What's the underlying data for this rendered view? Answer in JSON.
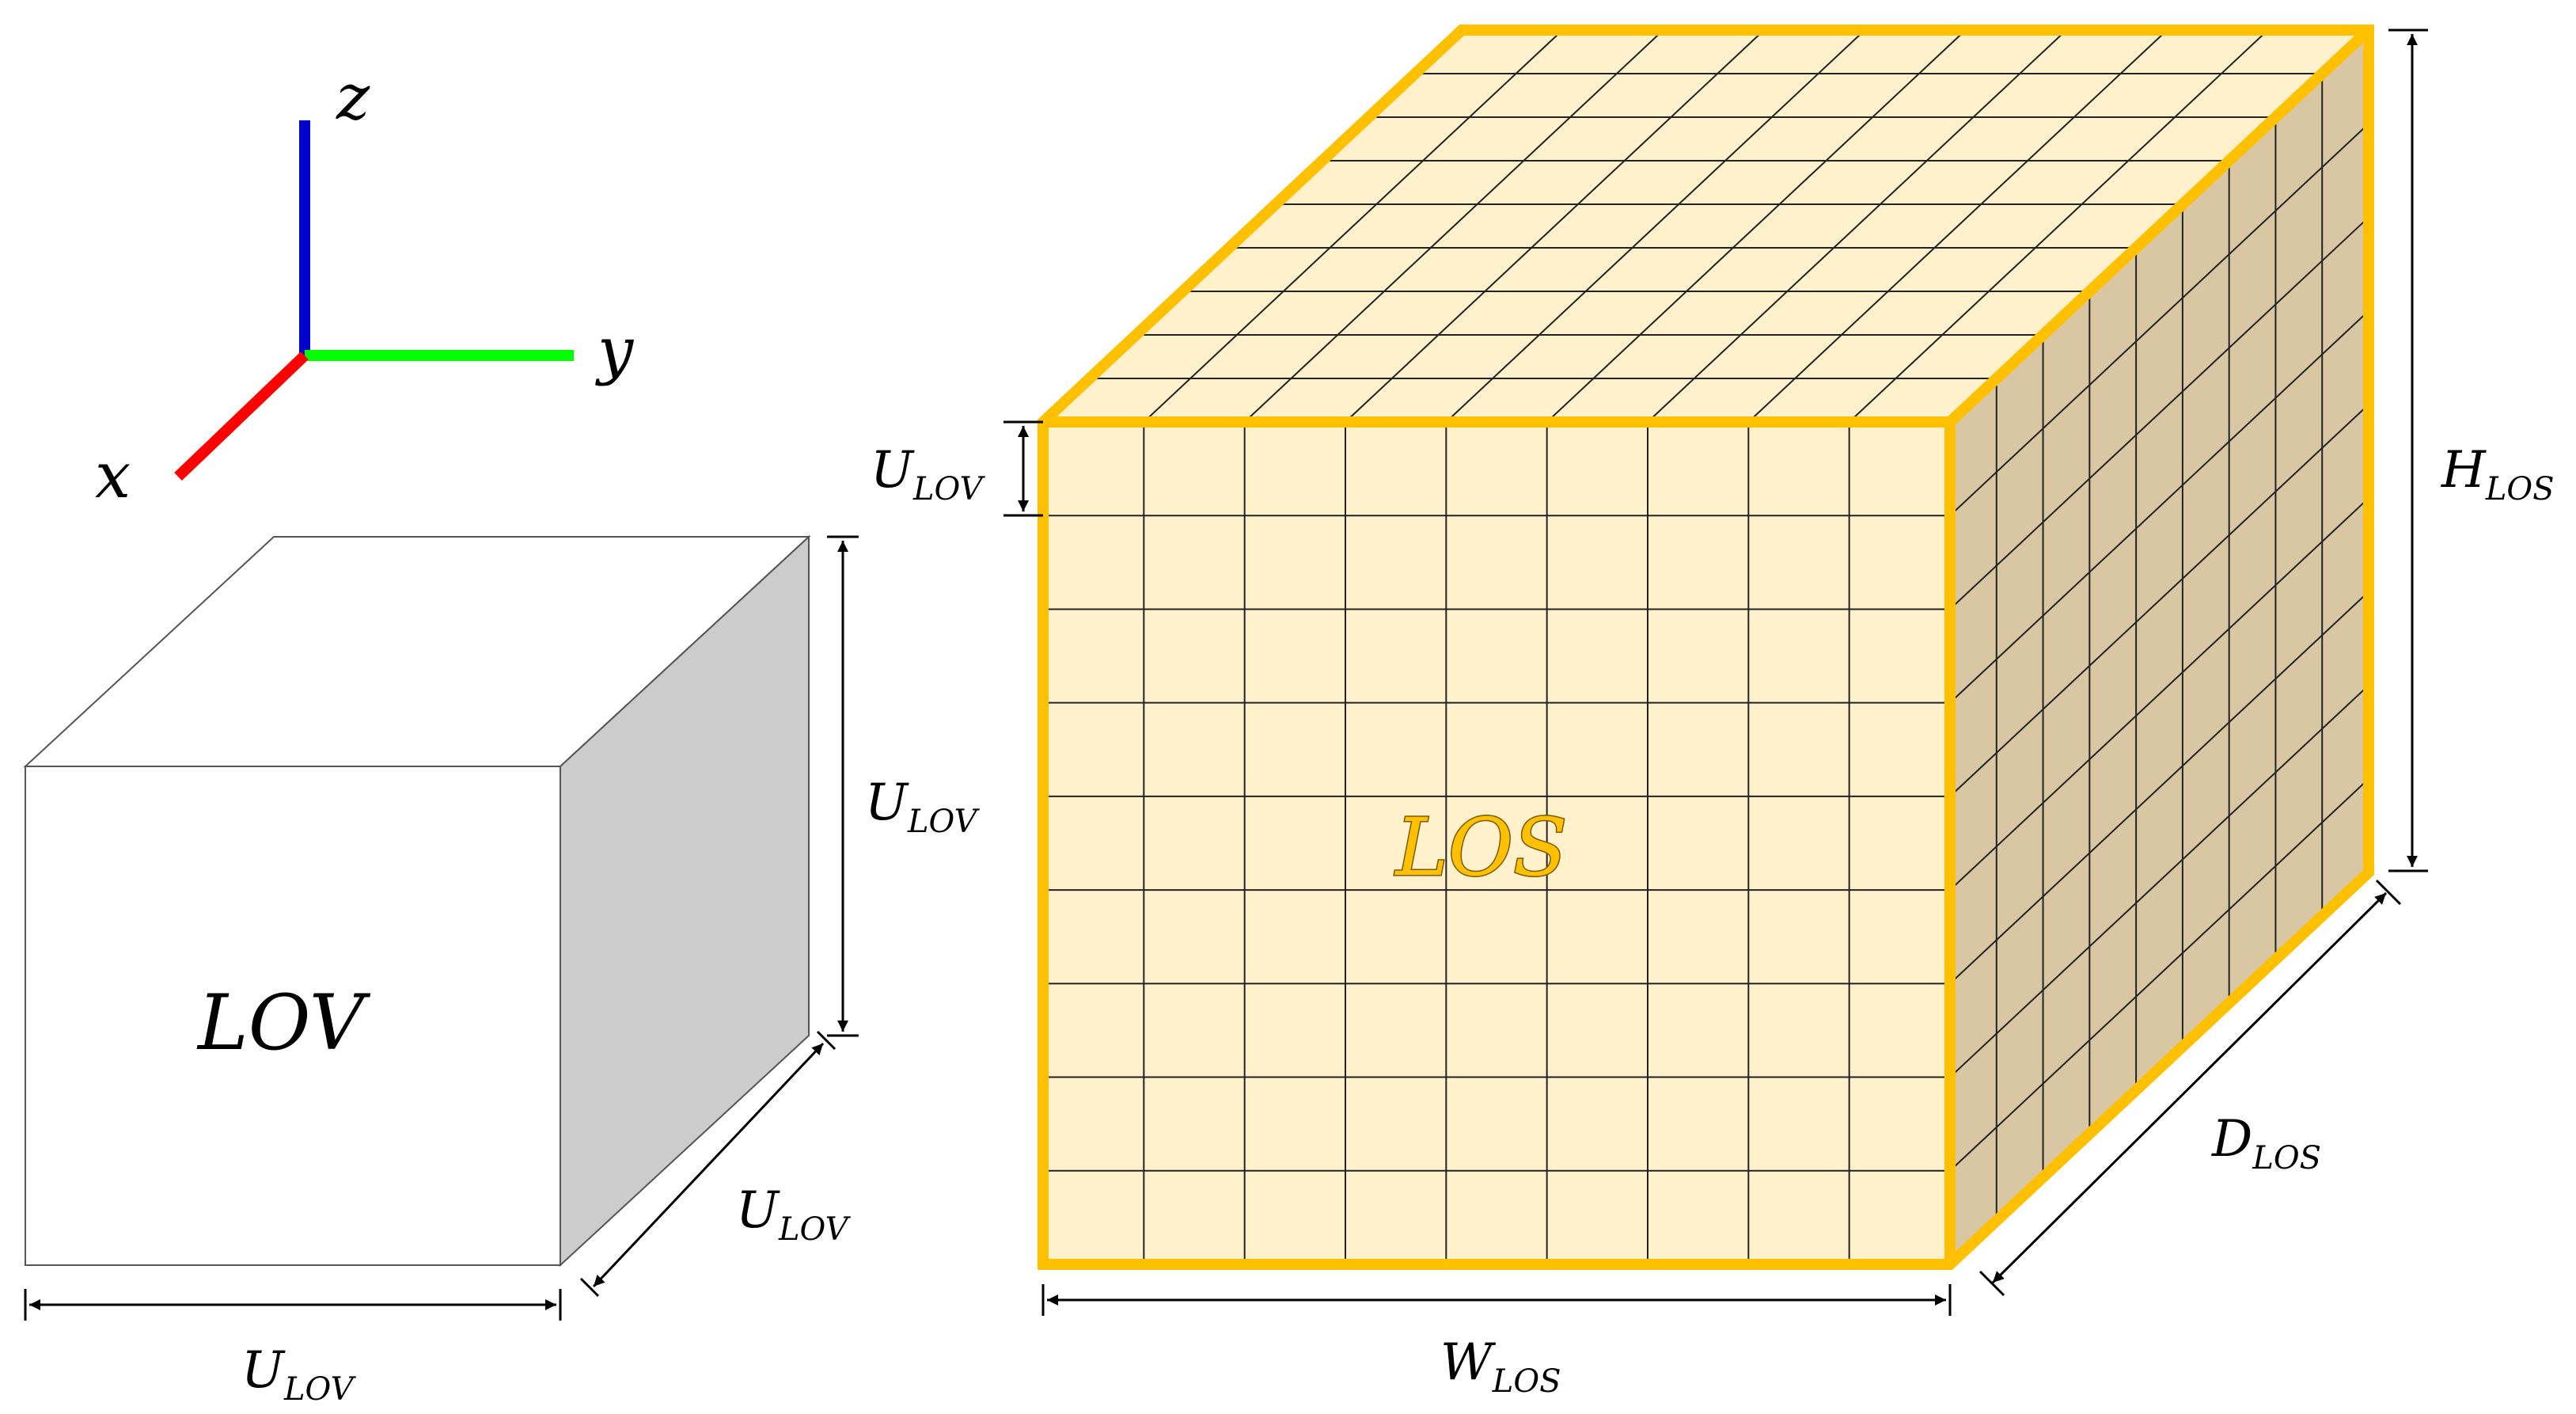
{
  "axes": {
    "x_label": "x",
    "y_label": "y",
    "z_label": "z",
    "x_color": "#ff0000",
    "y_color": "#00ff00",
    "z_color": "#0000cc"
  },
  "lov": {
    "name": "LOV",
    "front_color": "#ffffff",
    "side_color": "#cccccc",
    "dim_symbol": "U",
    "dim_subscript": "LOV"
  },
  "los": {
    "name": "LOS",
    "face_color": "#fff1cc",
    "top_color": "#fff1cc",
    "side_color": "#d9c7a3",
    "border_color": "#ffc000",
    "grid_rows": 9,
    "grid_cols": 9,
    "depth_divisions": 9,
    "dims": {
      "cell": {
        "symbol": "U",
        "subscript": "LOV"
      },
      "width": {
        "symbol": "W",
        "subscript": "LOS"
      },
      "height": {
        "symbol": "H",
        "subscript": "LOS"
      },
      "depth": {
        "symbol": "D",
        "subscript": "LOS"
      }
    }
  }
}
